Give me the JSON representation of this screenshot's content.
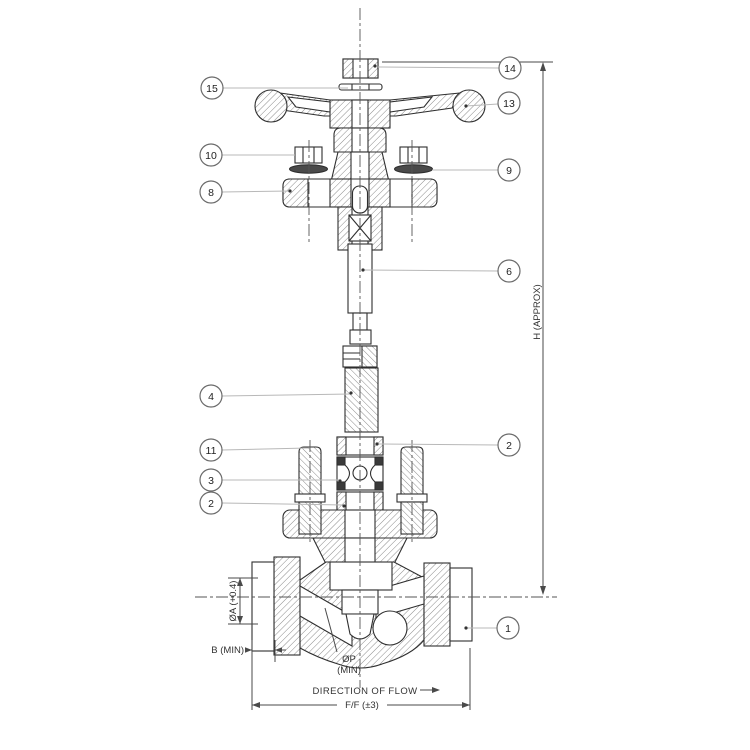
{
  "drawing": {
    "type": "valve-sectional-general-arrangement",
    "labels": {
      "h_dim": "H (APPROX)",
      "dia_a": "ØA (+0.4)",
      "b_min": "B (MIN)",
      "dia_p_line1": "ØP",
      "dia_p_line2": "(MIN)",
      "flow_dir": "DIRECTION OF FLOW",
      "ff_dim": "F/F (±3)"
    },
    "callouts": {
      "c15": "15",
      "c14": "14",
      "c13": "13",
      "c10": "10",
      "c9": "9",
      "c8": "8",
      "c6": "6",
      "c4": "4",
      "c2r": "2",
      "c11": "11",
      "c3": "3",
      "c2l": "2",
      "c1": "1"
    },
    "colors": {
      "outline": "#2f2f2f",
      "hatch": "#4d4d4d",
      "centerline": "#555555",
      "dimension": "#4a4a4a",
      "leader": "#b8b8b8",
      "washer_fill": "#4a4a4a",
      "background": "#ffffff"
    }
  }
}
